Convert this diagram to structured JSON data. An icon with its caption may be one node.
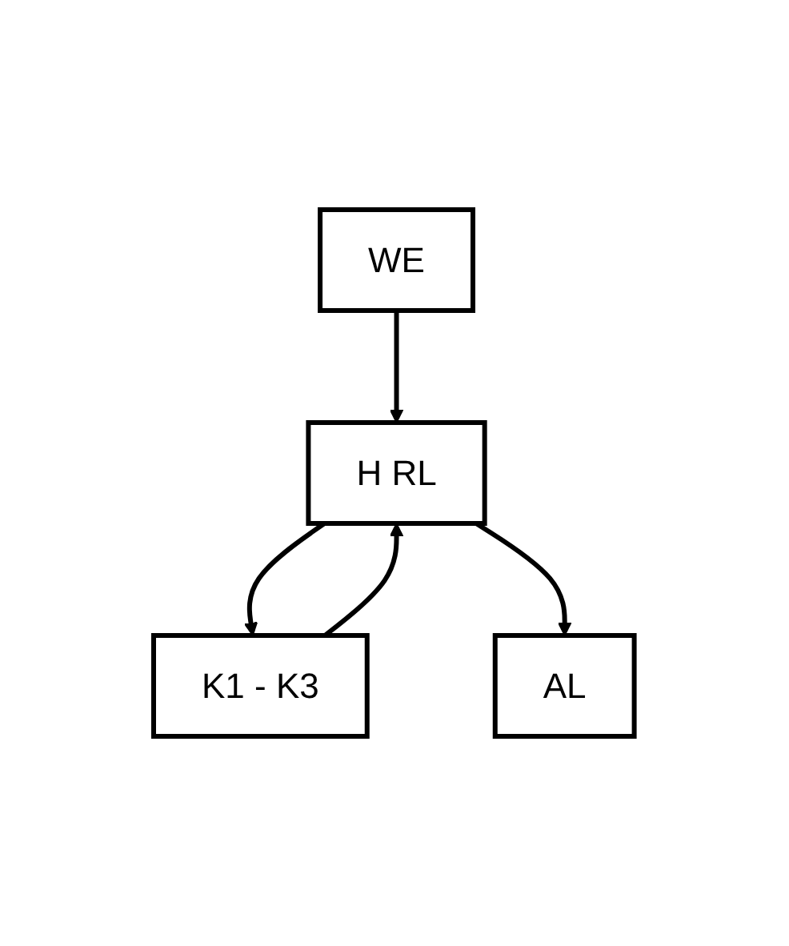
{
  "diagram": {
    "nodes": [
      {
        "text": [
          "WE"
        ]
      },
      {
        "text": [
          "H RL"
        ]
      },
      {
        "text": [
          "K1 - K3"
        ]
      },
      {
        "text": [
          "AL"
        ]
      }
    ],
    "edges": [
      {
        "from": 0,
        "to": 1,
        "arrow": "to"
      },
      {
        "from": 1,
        "to": 2,
        "arrow": "to"
      },
      {
        "from": 2,
        "to": 1,
        "arrow": "to"
      },
      {
        "from": 1,
        "to": 3,
        "arrow": "to"
      }
    ]
  }
}
